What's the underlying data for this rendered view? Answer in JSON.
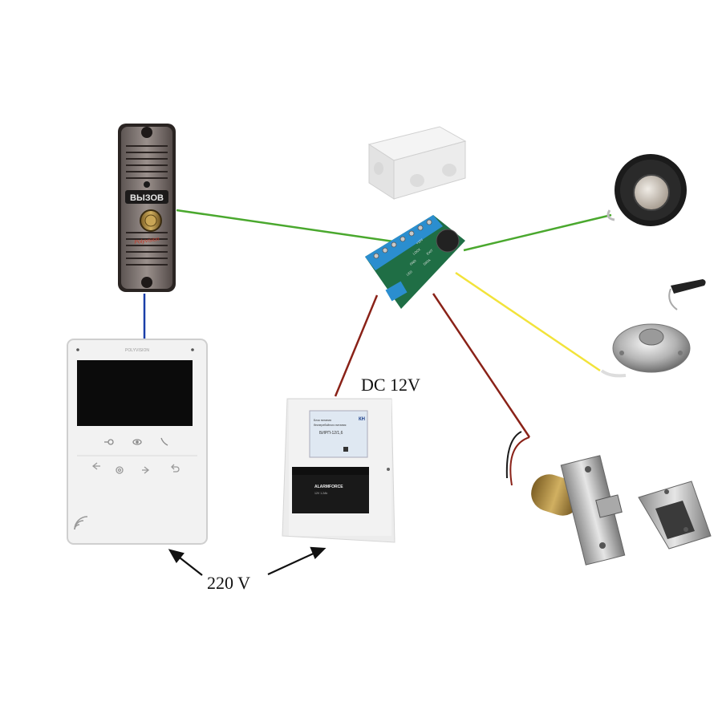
{
  "labels": {
    "power_supply": "DC 12V",
    "mains": "220 V"
  },
  "panel": {
    "call_label": "ВЫЗОВ",
    "brand_text": "Polyvision"
  },
  "monitor": {
    "brand_text": "POLYVISION"
  },
  "psu": {
    "module_brand": "КН",
    "module_text_1": "Блок питания",
    "module_text_2": "бесперебойного питания",
    "module_model": "БИРП-12/1,6",
    "battery_text": "ALARMFORCE",
    "battery_sub": "12V 1.2Ah"
  },
  "controller": {
    "labels": [
      "+12V",
      "LOCK",
      "GND",
      "LED",
      "EXIT",
      "DATA"
    ]
  },
  "wire_colors": {
    "green": "#4aa82e",
    "blue": "#1a3ea8",
    "yellow": "#f2e33a",
    "dark_red": "#8a2218"
  }
}
